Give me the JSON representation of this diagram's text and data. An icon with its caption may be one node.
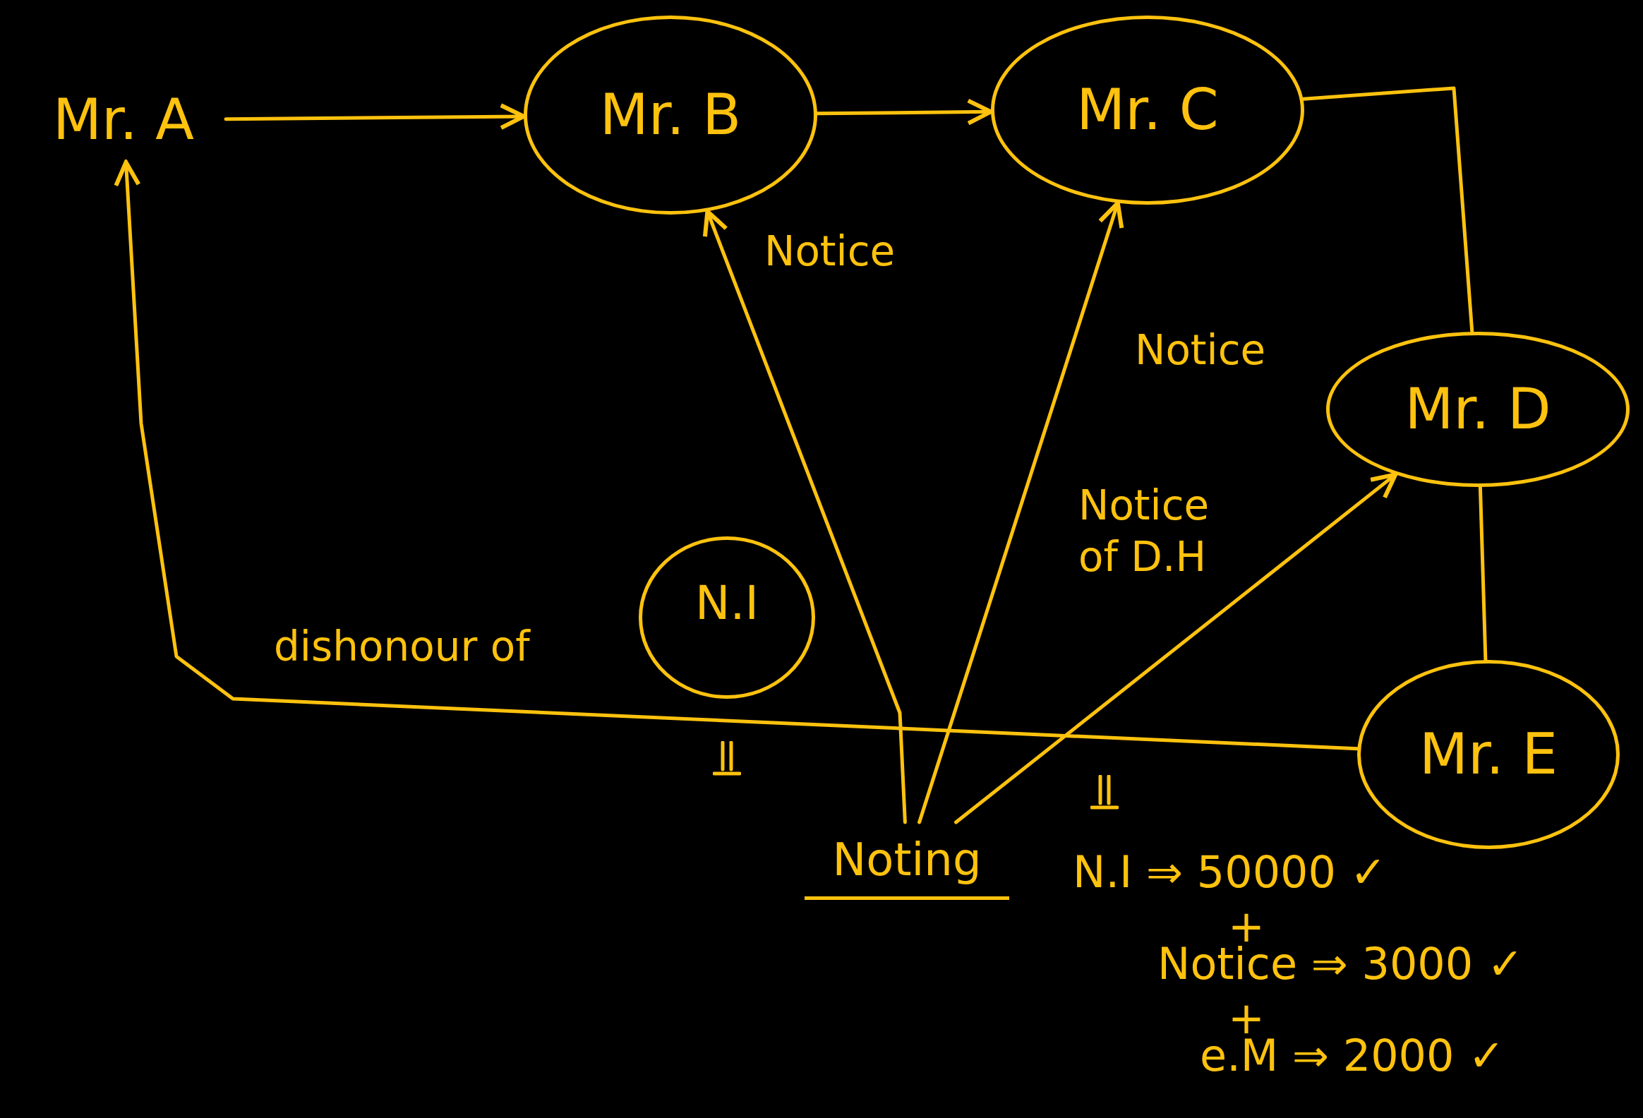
{
  "diagram": {
    "nodes": [
      {
        "text": [
          "Mr. A"
        ]
      },
      {
        "text": [
          "Mr. B"
        ]
      },
      {
        "text": [
          "Mr. C"
        ]
      },
      {
        "text": [
          "Mr. D"
        ]
      },
      {
        "text": [
          "Mr. E"
        ]
      },
      {
        "text": [
          "N.I"
        ]
      },
      {
        "text": [
          "Noting"
        ]
      }
    ],
    "edges": [
      {
        "from": 0,
        "to": 1,
        "arrow": "to"
      },
      {
        "from": 1,
        "to": 2,
        "arrow": "to"
      },
      {
        "from": 2,
        "to": 3,
        "arrow": "none"
      },
      {
        "from": 3,
        "to": 4,
        "arrow": "none"
      },
      {
        "from": 4,
        "to": 0,
        "arrow": "to",
        "label": "dishonour of"
      },
      {
        "from": 6,
        "to": 1,
        "arrow": "to",
        "label": "Notice"
      },
      {
        "from": 6,
        "to": 2,
        "arrow": "to",
        "label": "Notice"
      },
      {
        "from": 6,
        "to": 3,
        "arrow": "to",
        "label": "Notice of D.H"
      }
    ],
    "labels": [
      "N.I ⇒ 50000 ✓",
      "+",
      "Notice ⇒ 3000 ✓",
      "+",
      "e.M ⇒ 2000 ✓"
    ]
  }
}
